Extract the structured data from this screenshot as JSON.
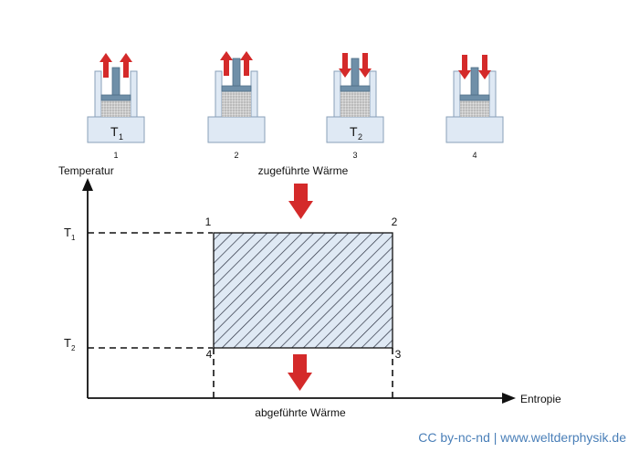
{
  "pistons": [
    {
      "step": "1",
      "temp_label": "T",
      "temp_sub": "1",
      "arrow": "up"
    },
    {
      "step": "2",
      "temp_label": "",
      "temp_sub": "",
      "arrow": "up"
    },
    {
      "step": "3",
      "temp_label": "T",
      "temp_sub": "2",
      "arrow": "down"
    },
    {
      "step": "4",
      "temp_label": "",
      "temp_sub": "",
      "arrow": "down"
    }
  ],
  "axes": {
    "y_label": "Temperatur",
    "x_label": "Entropie",
    "t1": "T",
    "t1_sub": "1",
    "t2": "T",
    "t2_sub": "2"
  },
  "corners": {
    "c1": "1",
    "c2": "2",
    "c3": "3",
    "c4": "4"
  },
  "heat": {
    "in": "zugeführte Wärme",
    "out": "abgeführte Wärme"
  },
  "credit": "CC by-nc-nd | www.weltderphysik.de",
  "colors": {
    "arrow": "#d42a2a",
    "cylinder": "#dfe9f4",
    "piston": "#6f8fa8",
    "gas": "#d8d8d8",
    "hatch": "#2a3040"
  }
}
